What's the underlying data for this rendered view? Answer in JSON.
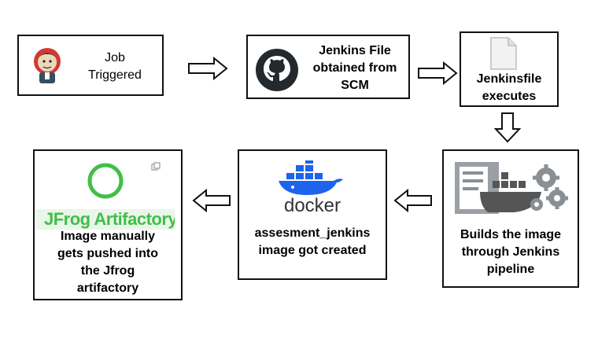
{
  "steps": [
    {
      "id": "job",
      "lines": [
        "Job",
        "Triggered"
      ]
    },
    {
      "id": "jenkinsfile-scm",
      "lines": [
        "Jenkins File",
        "obtained from",
        "SCM"
      ]
    },
    {
      "id": "jenkinsfile-exec",
      "lines": [
        "Jenkinsfile",
        "executes"
      ]
    },
    {
      "id": "build",
      "lines": [
        "Builds the image",
        "through Jenkins",
        "pipeline"
      ]
    },
    {
      "id": "docker-image",
      "lines": [
        "assesment_jenkins",
        "image got created"
      ]
    },
    {
      "id": "artifactory",
      "lines": [
        "Image manually",
        "gets pushed into",
        "the Jfrog",
        "artifactory"
      ]
    }
  ],
  "logos": {
    "docker_text": "docker",
    "jfrog_text": "JFrog Artifactory"
  },
  "colors": {
    "jfrog_green": "#41bf47",
    "docker_blue": "#1d63ed",
    "github_dark": "#24292e",
    "jenkins_red": "#d33833",
    "gear_gray": "#8a8f94"
  }
}
